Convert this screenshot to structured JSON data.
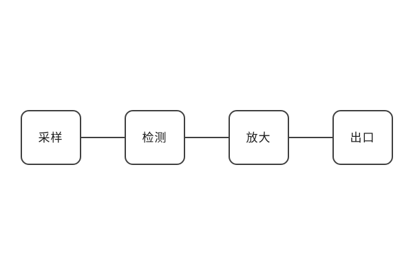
{
  "diagram": {
    "type": "flowchart",
    "direction": "horizontal",
    "nodes": [
      {
        "label": "采样"
      },
      {
        "label": "检测"
      },
      {
        "label": "放大"
      },
      {
        "label": "出口"
      }
    ],
    "edges": [
      {
        "from": "采样",
        "to": "检测"
      },
      {
        "from": "检测",
        "to": "放大"
      },
      {
        "from": "放大",
        "to": "出口"
      }
    ],
    "colors": {
      "background": "#ffffff",
      "node_fill": "#ffffff",
      "node_border": "#404040",
      "connector": "#404040",
      "text": "#1a1a1a"
    }
  }
}
